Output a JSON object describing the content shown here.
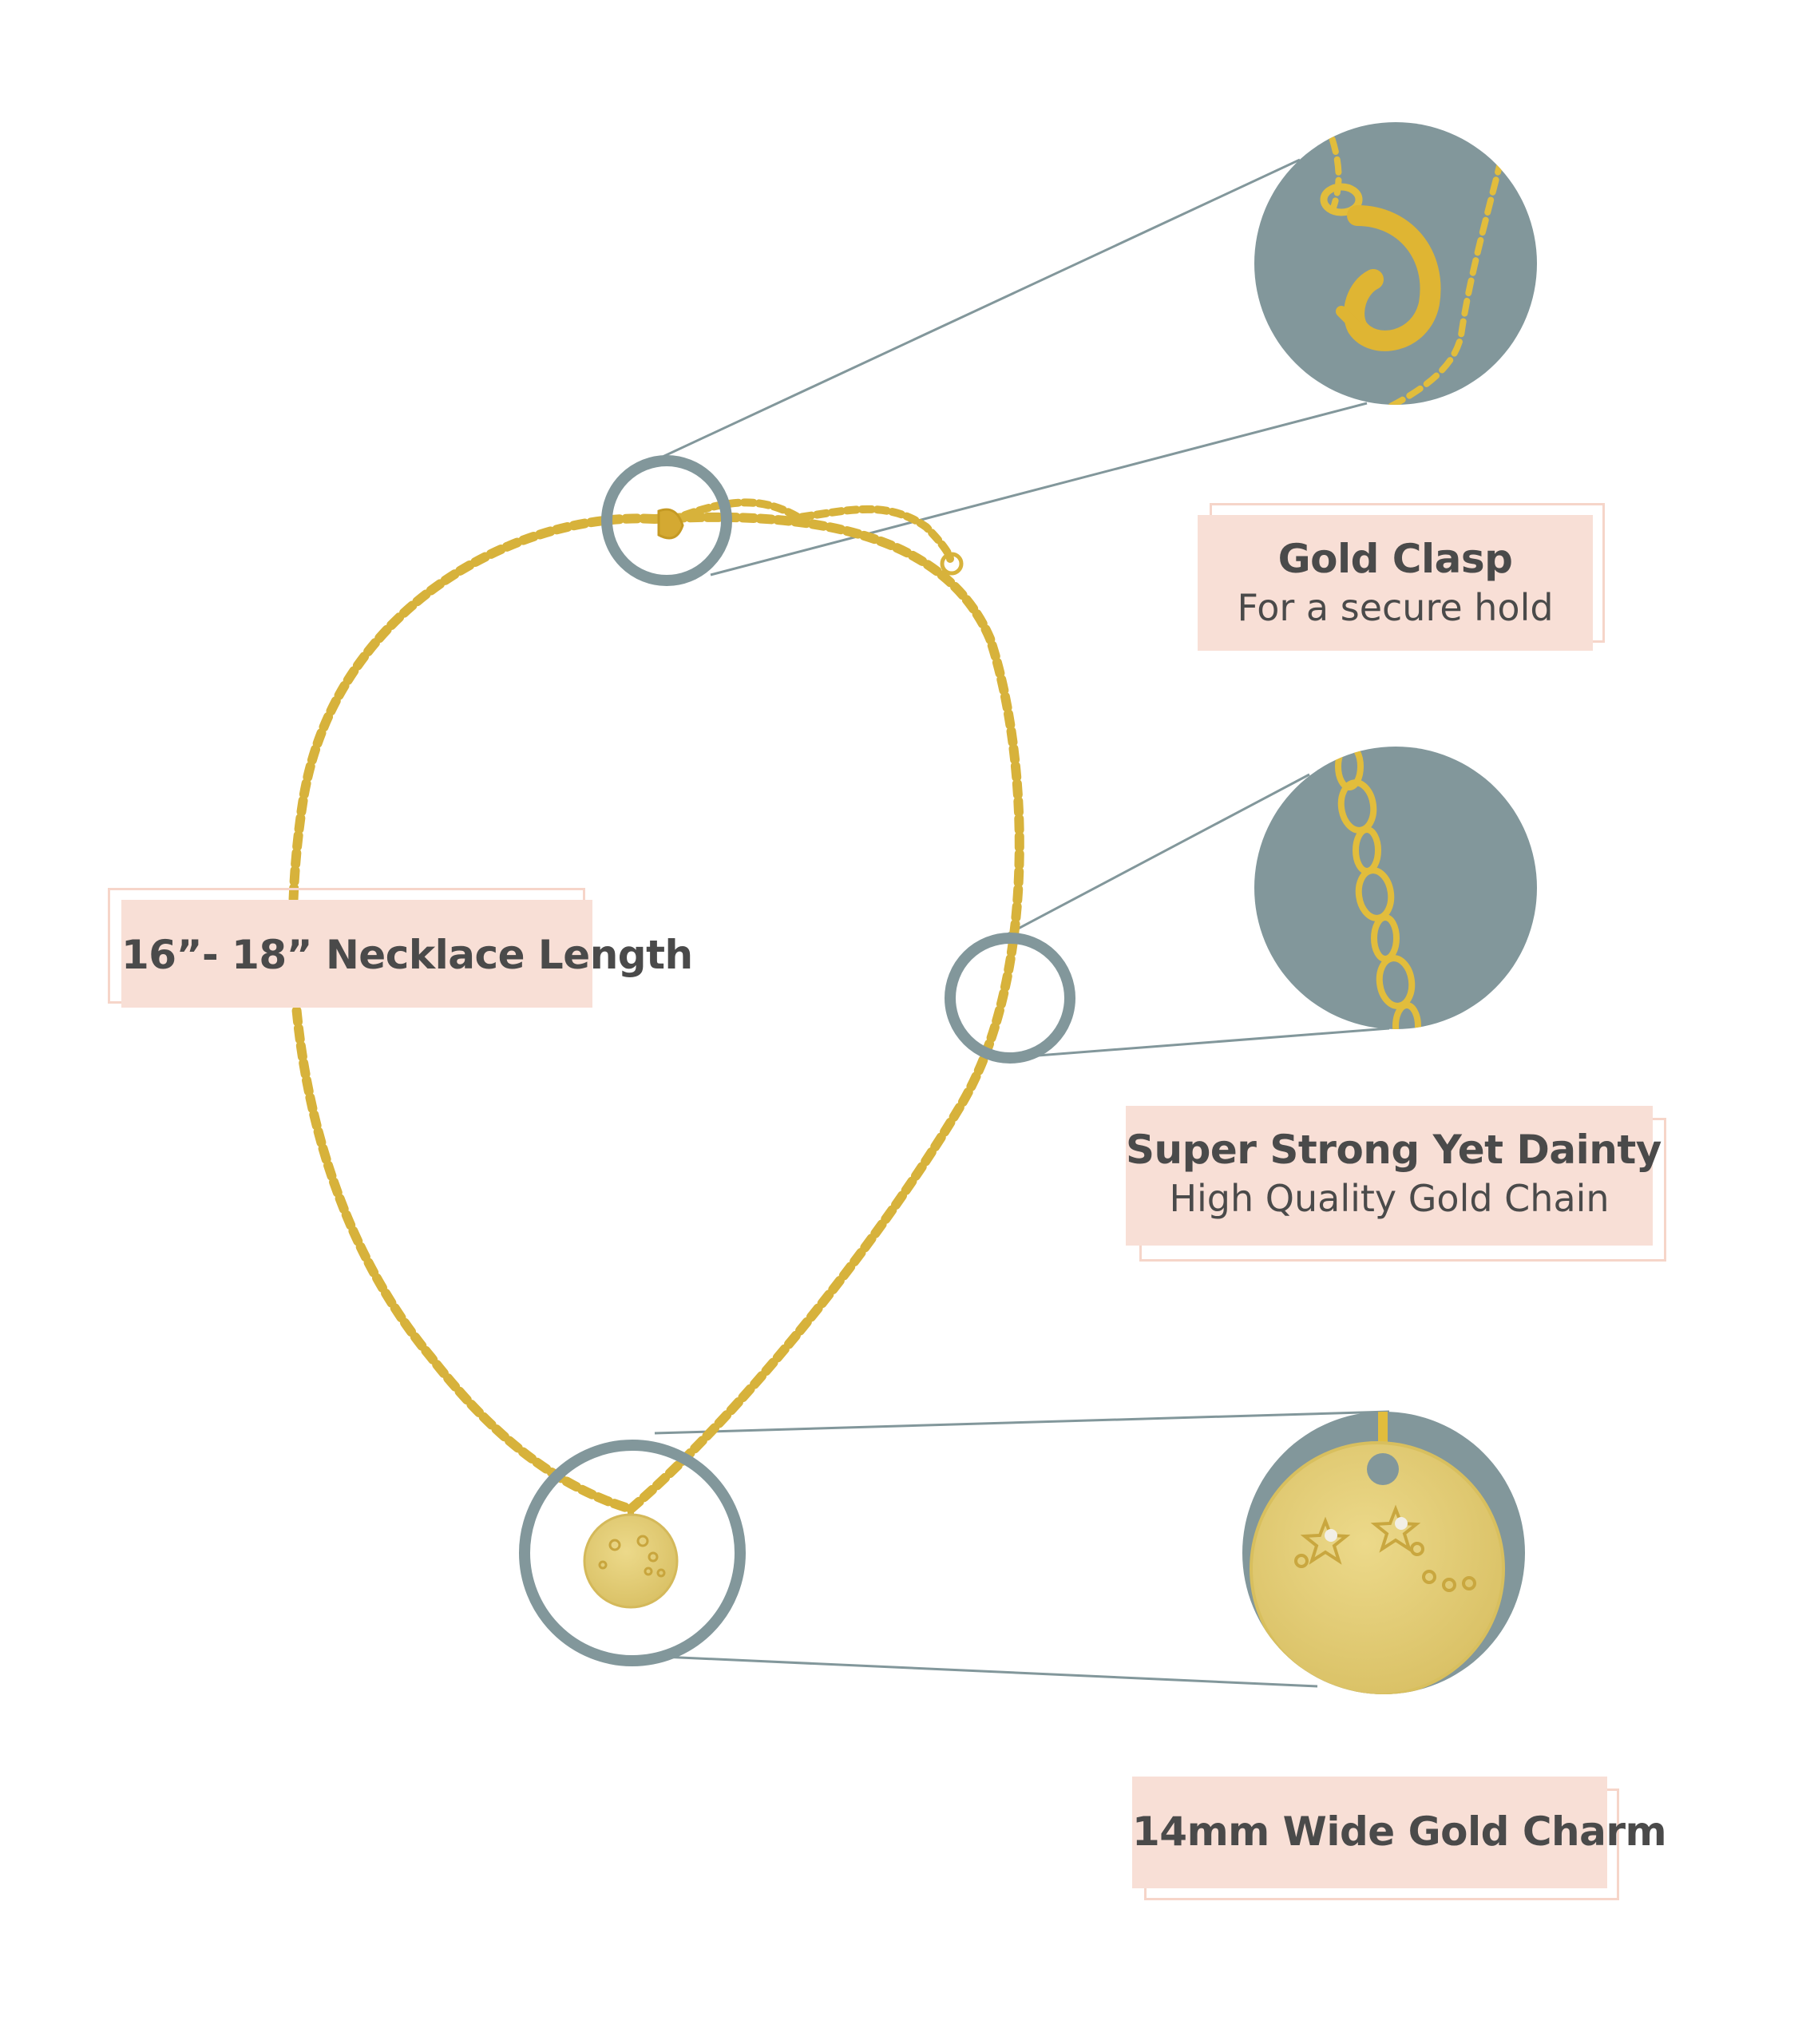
{
  "colors": {
    "background": "#ffffff",
    "callout_teal": "#82979b",
    "label_fill": "#f8dfd6",
    "label_outline": "#f6d5c9",
    "gold": "#e2bd3c",
    "gold_light": "#e3d079",
    "text": "#4a4a4a"
  },
  "callouts": {
    "clasp": {
      "title": "Gold Clasp",
      "subtitle": "For a secure hold",
      "detail_icon": "lobster-clasp-icon"
    },
    "chain": {
      "title": "Super Strong Yet Dainty",
      "subtitle": "High Quality Gold Chain",
      "detail_icon": "chain-links-icon"
    },
    "charm": {
      "title": "14mm Wide Gold Charm",
      "detail_icon": "constellation-charm-icon"
    },
    "length": {
      "title": "16”- 18” Necklace Length"
    }
  }
}
